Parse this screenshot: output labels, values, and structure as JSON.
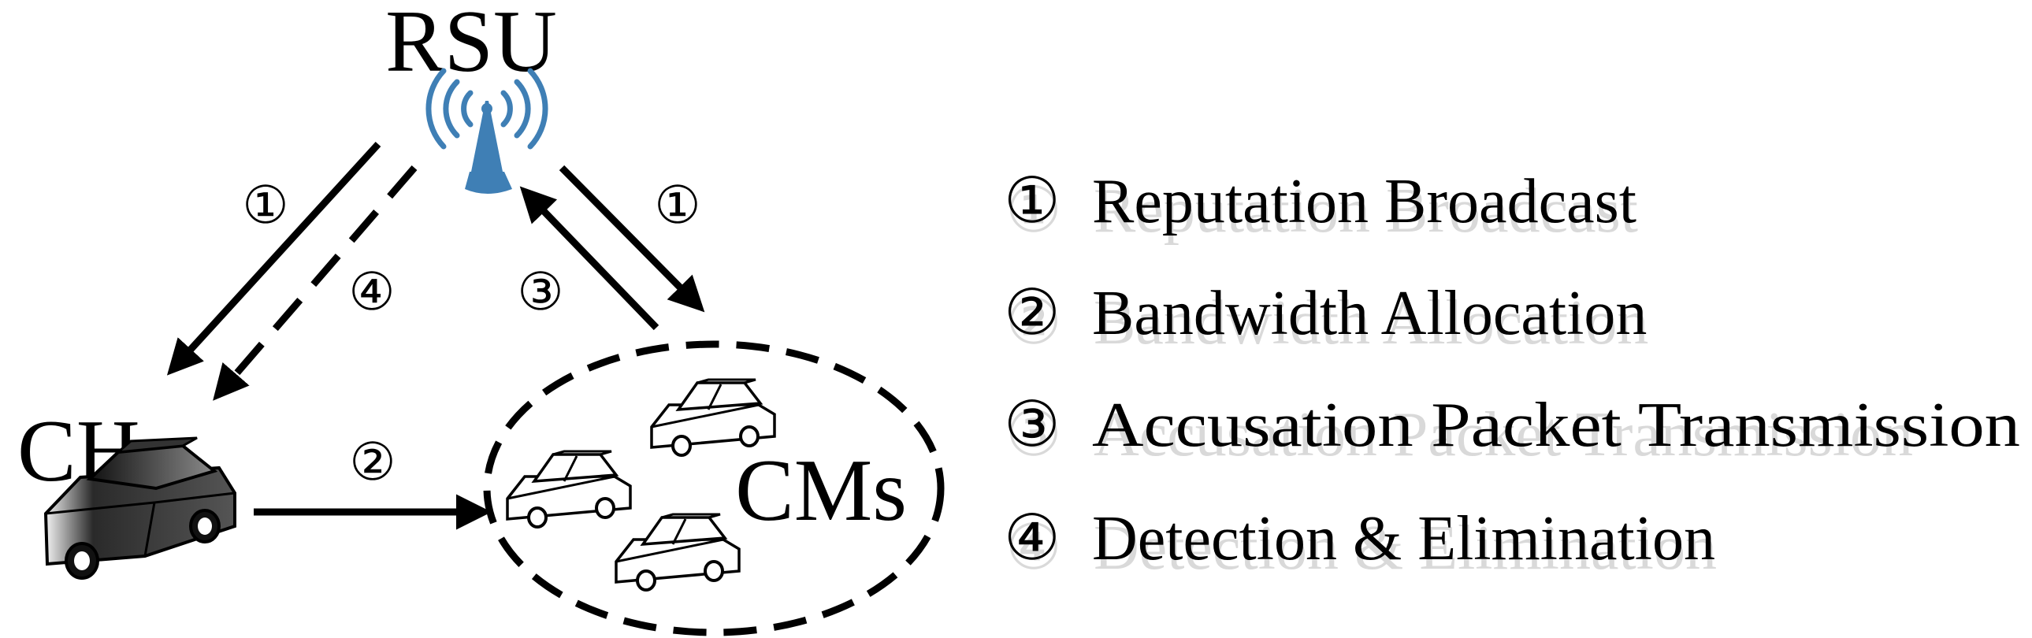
{
  "nodes": {
    "rsu_label": "RSU",
    "ch_label": "CH",
    "cms_label": "CMs"
  },
  "arrow_labels": {
    "rsu_to_ch_broadcast": "①",
    "rsu_to_ch_detection": "④",
    "cms_to_rsu_accusation": "③",
    "rsu_to_cms_broadcast": "①",
    "ch_to_cms_bandwidth": "②"
  },
  "legend": [
    {
      "marker": "①",
      "text": "Reputation Broadcast"
    },
    {
      "marker": "②",
      "text": "Bandwidth Allocation"
    },
    {
      "marker": "③",
      "text": "Accusation Packet Transmission"
    },
    {
      "marker": "④",
      "text": "Detection & Elimination"
    }
  ],
  "colors": {
    "rsu_icon": "#3f7fb5",
    "line": "#000000",
    "legend_shadow": "#d9d9d9"
  },
  "icons": {
    "rsu": "antenna-tower-icon",
    "ch": "dark-car-icon",
    "cm": "outline-car-icon"
  }
}
